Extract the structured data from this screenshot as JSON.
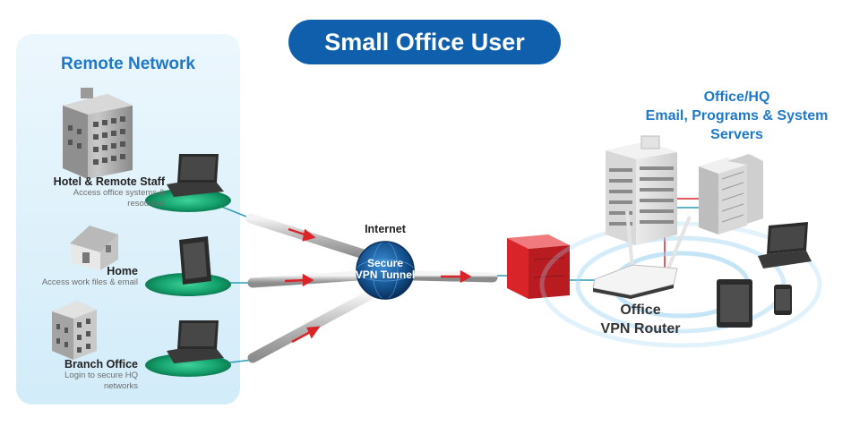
{
  "title": "Small Office User",
  "remote_network": {
    "title": "Remote Network",
    "locations": [
      {
        "name": "Hotel & Remote Staff",
        "desc": [
          "Access office systems &",
          "resources"
        ]
      },
      {
        "name": "Home",
        "desc": [
          "Access  work files & email"
        ]
      },
      {
        "name": "Branch Office",
        "desc": [
          "Login to secure HQ",
          "networks"
        ]
      }
    ]
  },
  "internet": {
    "label": "Internet",
    "tunnel": [
      "Secure",
      "VPN Tunnel"
    ]
  },
  "hq": {
    "title": [
      "Office/HQ",
      "Email, Programs & System",
      "Servers"
    ]
  },
  "router": {
    "label": [
      "Office",
      "VPN Router"
    ]
  },
  "colors": {
    "title_pill": "#0f5fad",
    "accent_text": "#1f78c8",
    "remote_panel": "#d9effb",
    "firewall": "#d9252a",
    "globe": "#1a5f9e",
    "platform": "#17a673"
  }
}
